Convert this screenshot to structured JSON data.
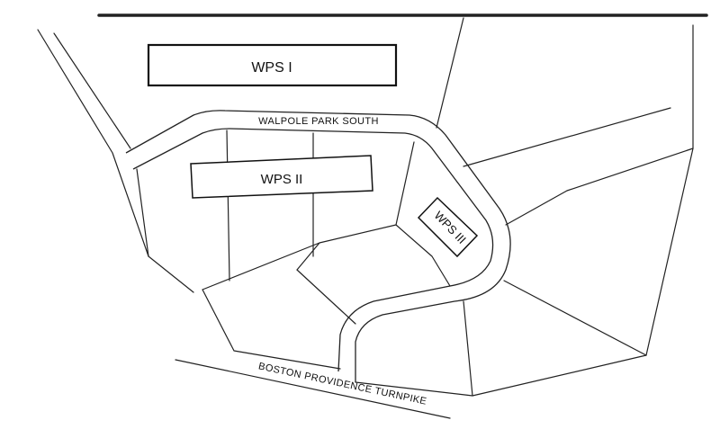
{
  "buildings": {
    "wps1": "WPS I",
    "wps2": "WPS II",
    "wps3": "WPS III"
  },
  "roads": {
    "walpole_park_south": "WALPOLE PARK SOUTH",
    "boston_providence_turnpike": "BOSTON PROVIDENCE TURNPIKE"
  },
  "colors": {
    "background": "#ffffff",
    "lines": "#222222"
  }
}
